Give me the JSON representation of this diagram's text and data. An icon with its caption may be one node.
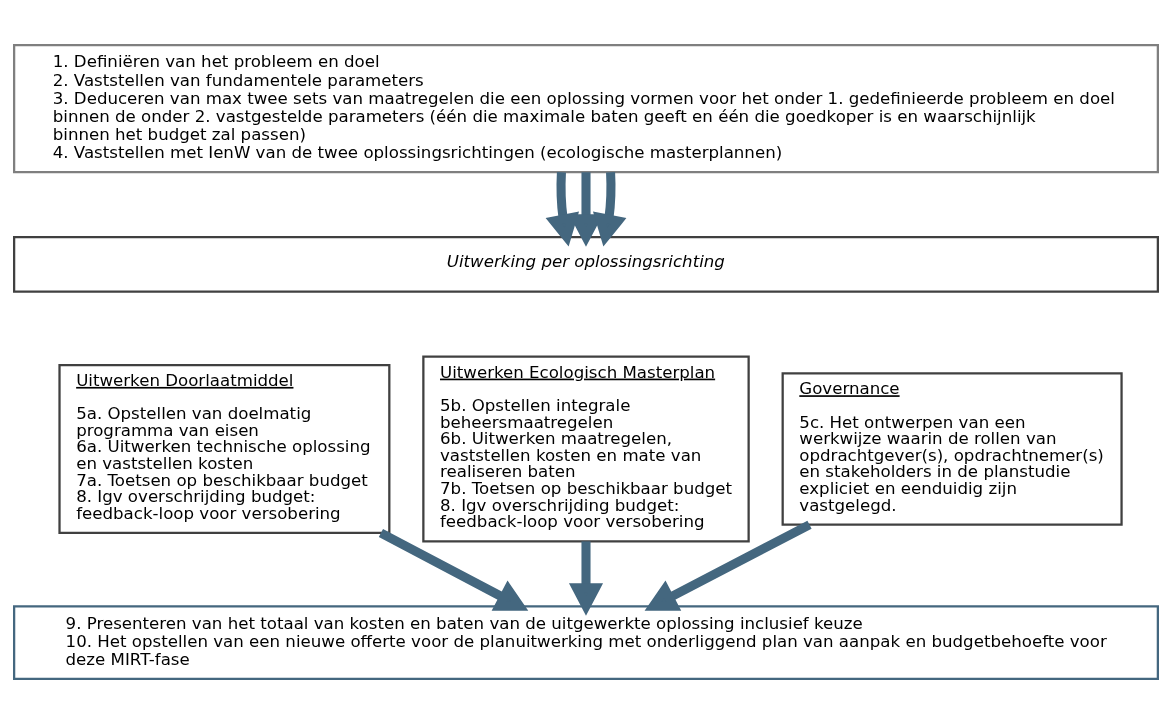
{
  "diagram": {
    "nodes": [
      {
        "text": [
          "1. Definiëren van het probleem en doel",
          "2. Vaststellen van fundamentele parameters",
          "3. Deduceren van max twee sets van maatregelen die een oplossing vormen voor het onder 1. gedefinieerde probleem en doel binnen de onder 2. vastgestelde parameters (één die maximale baten geeft en één die goedkoper is en waarschijnlijk binnen het budget zal passen)",
          "4. Vaststellen met IenW van de twee oplossingsrichtingen (ecologische masterplannen)"
        ]
      },
      {
        "text": [
          "Uitwerking per oplossingsrichting"
        ]
      },
      {
        "text": [
          "Uitwerken Doorlaatmiddel",
          "5a. Opstellen van doelmatig programma van eisen",
          "6a. Uitwerken technische oplossing en vaststellen kosten",
          "7a. Toetsen op beschikbaar budget",
          "8. Igv overschrijding budget: feedback-loop voor versobering"
        ]
      },
      {
        "text": [
          "Uitwerken Ecologisch Masterplan",
          "5b. Opstellen integrale beheersmaatregelen",
          "6b. Uitwerken maatregelen, vaststellen kosten en mate van realiseren baten",
          "7b. Toetsen op beschikbaar budget",
          "8. Igv overschrijding budget: feedback-loop voor versobering"
        ]
      },
      {
        "text": [
          "Governance",
          "5c. Het ontwerpen van een werkwijze waarin de rollen van opdrachtgever(s), opdrachtnemer(s) en stakeholders in de planstudie expliciet en eenduidig zijn vastgelegd."
        ]
      },
      {
        "text": [
          "9. Presenteren van het totaal van kosten en baten van de uitgewerkte oplossing inclusief keuze",
          "10. Het opstellen van een nieuwe offerte voor de planuitwerking met onderliggend plan van aanpak en budgetbehoefte voor deze MIRT-fase"
        ]
      }
    ],
    "edges": [
      {
        "from": 0,
        "to": 1,
        "arrow": "to"
      },
      {
        "from": 0,
        "to": 1,
        "arrow": "to"
      },
      {
        "from": 0,
        "to": 1,
        "arrow": "to"
      },
      {
        "from": 2,
        "to": 5,
        "arrow": "to"
      },
      {
        "from": 3,
        "to": 5,
        "arrow": "to"
      },
      {
        "from": 4,
        "to": 5,
        "arrow": "to"
      }
    ]
  }
}
